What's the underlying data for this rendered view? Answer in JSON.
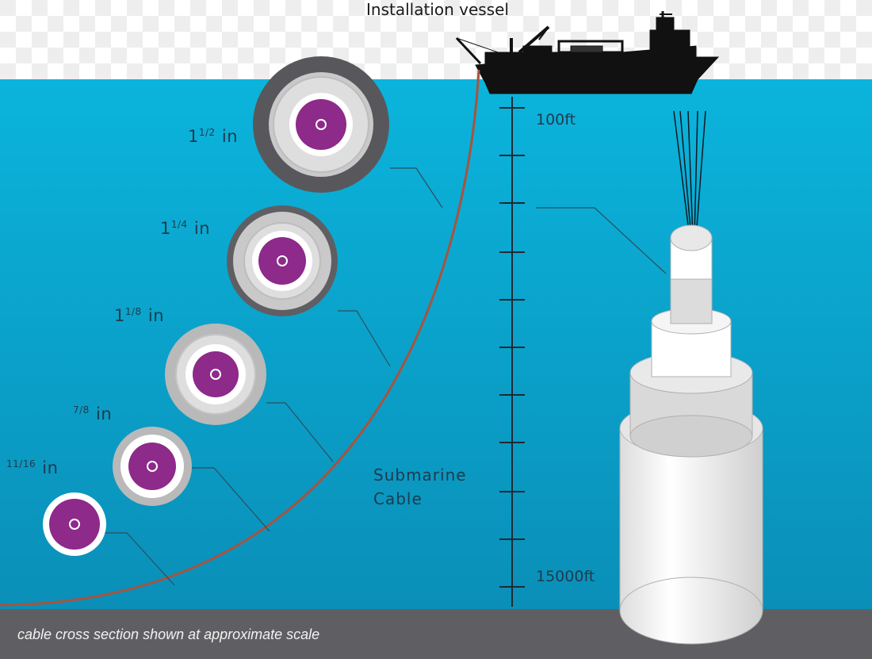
{
  "labels": {
    "vessel": "Installation vessel",
    "depth_top": "100ft",
    "depth_bottom": "15000ft",
    "cable_line1": "Submarine",
    "cable_line2": "Cable",
    "caption": "cable cross section shown at approximate scale"
  },
  "sizes": [
    {
      "whole": "1",
      "frac": "1/2",
      "unit": "in"
    },
    {
      "whole": "1",
      "frac": "1/4",
      "unit": "in"
    },
    {
      "whole": "1",
      "frac": "1/8",
      "unit": "in"
    },
    {
      "whole": "",
      "frac": "7/8",
      "unit": "in"
    },
    {
      "whole": "",
      "frac": "11/16",
      "unit": "in"
    }
  ],
  "colors": {
    "water_top": "#0bb2d9",
    "water_bottom": "#0a93bd",
    "seabed": "#5f5f63",
    "core": "#8d2a8a",
    "cable_line": "#a8533f"
  }
}
